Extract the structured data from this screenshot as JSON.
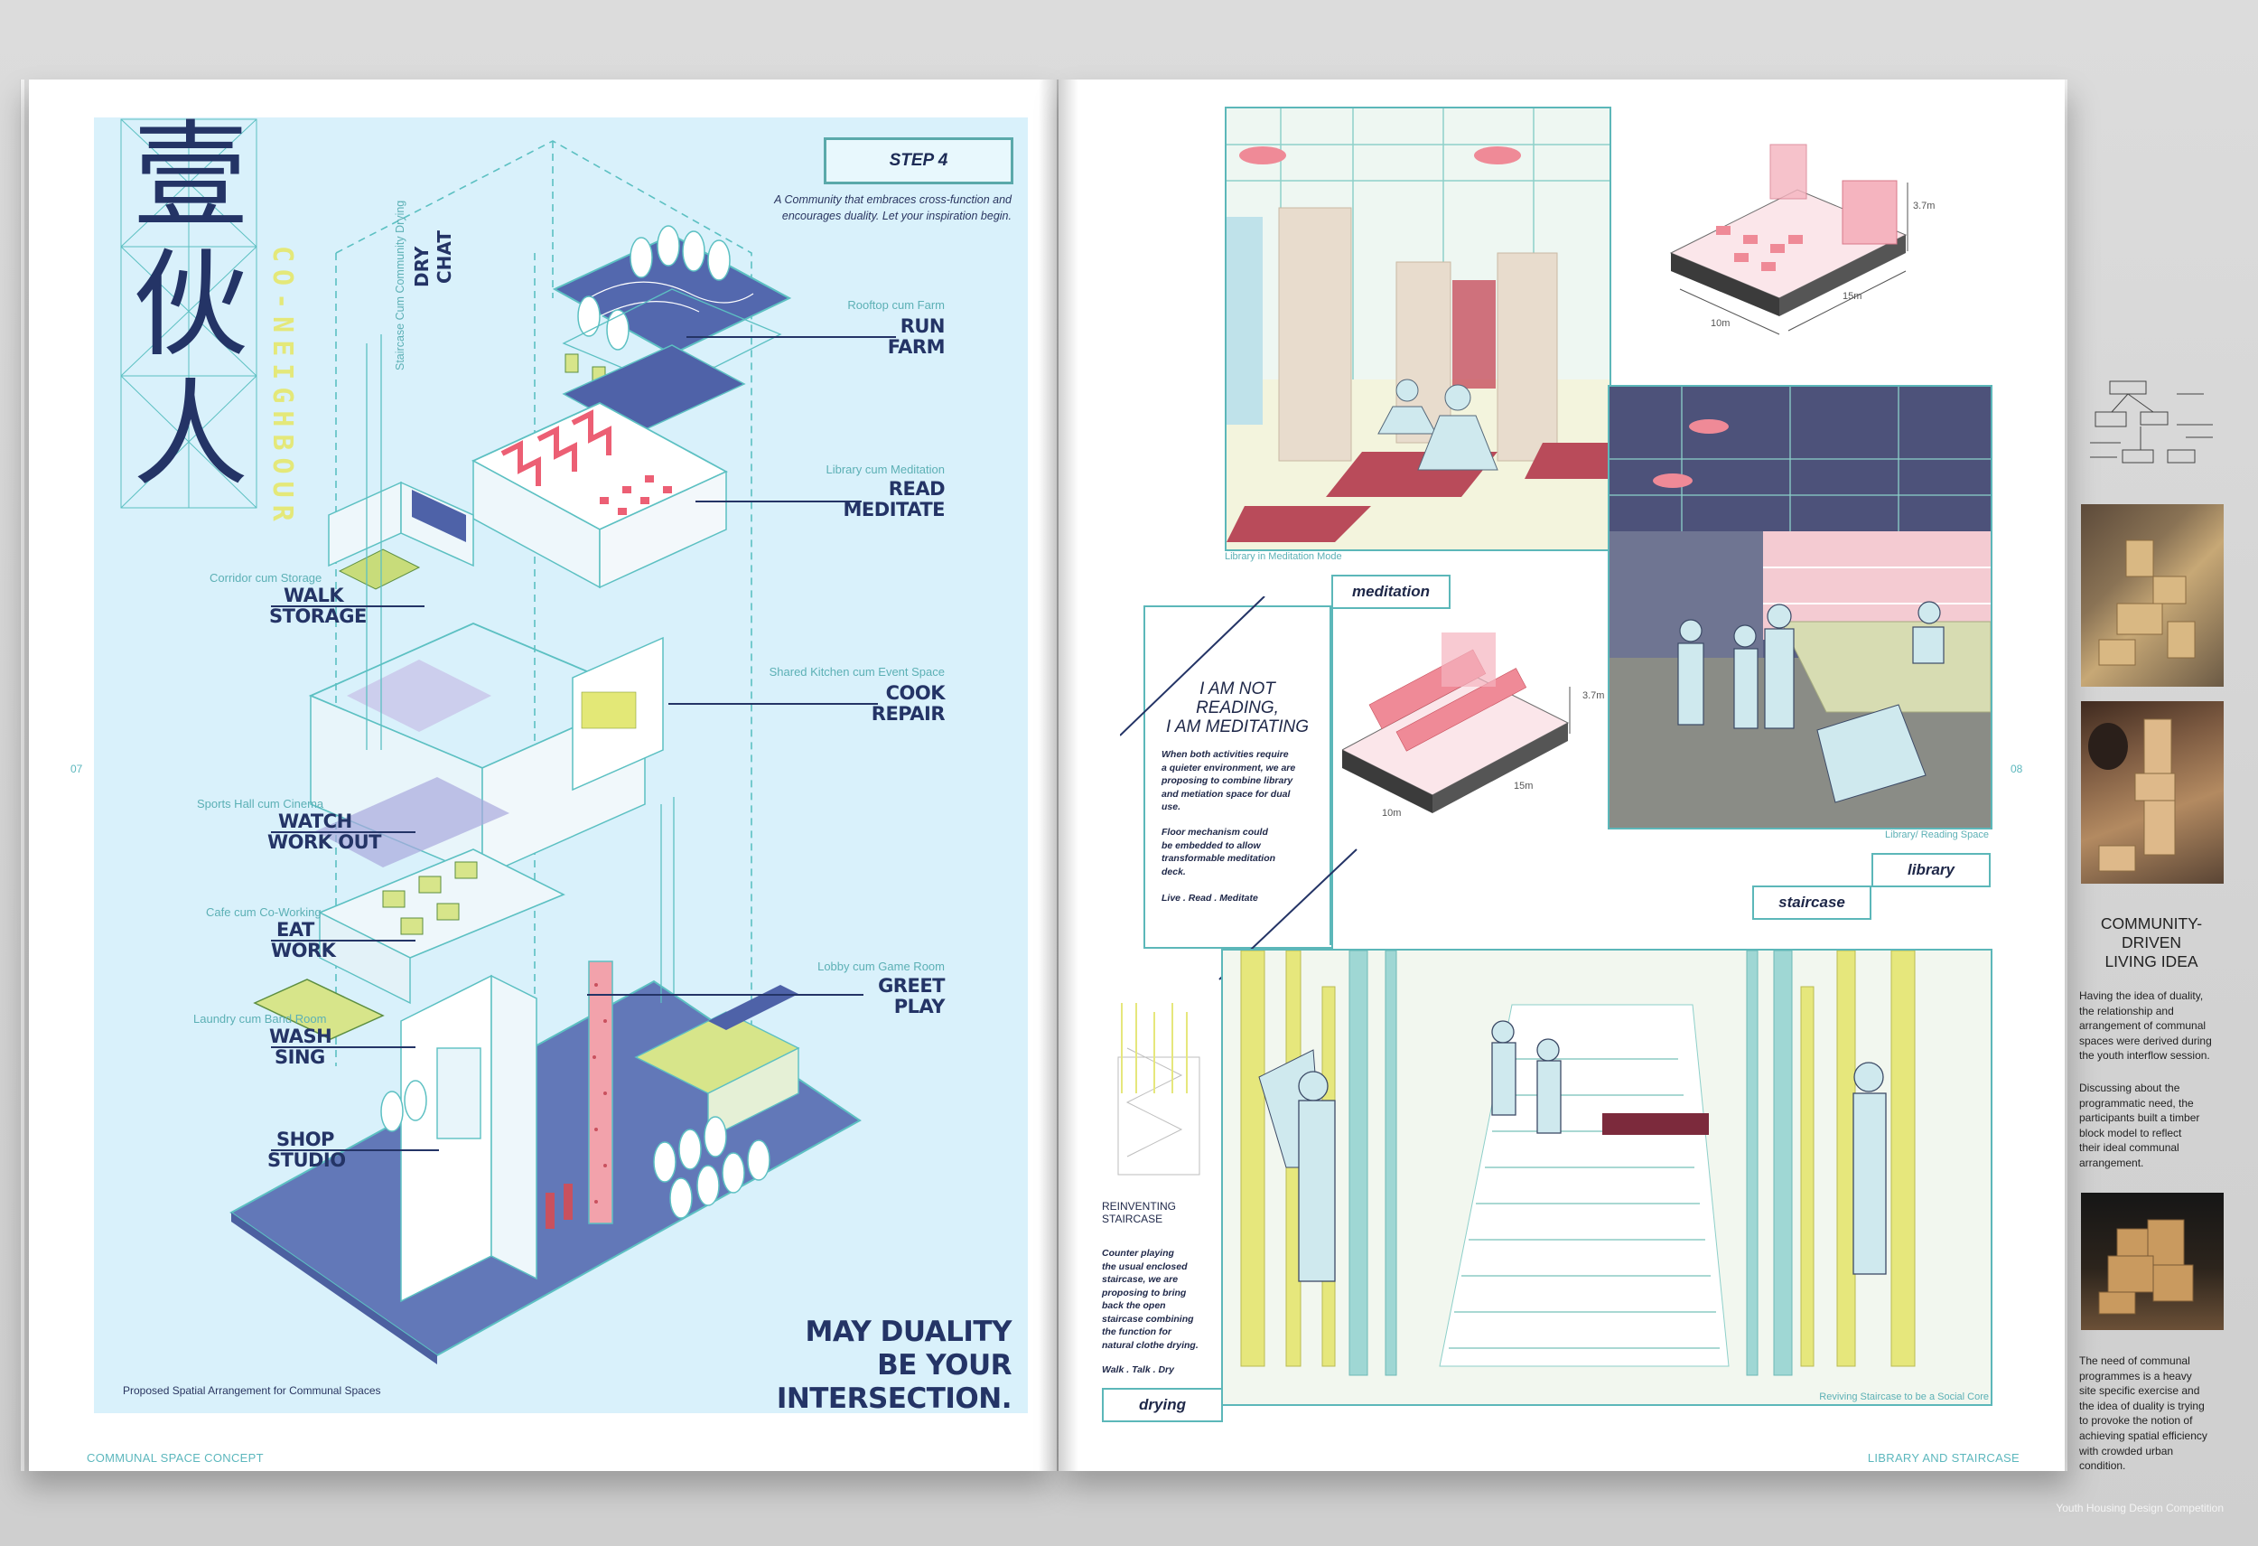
{
  "left_page": {
    "page_number": "07",
    "footer": "COMMUNAL SPACE CONCEPT",
    "title_chinese": "壹伙人",
    "title_english": "CO-NEIGHBOUR",
    "step_label": "STEP 4",
    "intro_line1": "A Community that embraces cross-function and",
    "intro_line2": "encourages duality. Let your inspiration begin.",
    "vertical_label": "Staircase Cum Community Drying",
    "vertical_title_1": "DRY",
    "vertical_title_2": "CHAT",
    "labels": [
      {
        "sub": "Rooftop cum Farm",
        "line1": "RUN",
        "line2": "FARM"
      },
      {
        "sub": "Library cum Meditation",
        "line1": "READ",
        "line2": "MEDITATE"
      },
      {
        "sub": "Corridor cum Storage",
        "line1": "WALK",
        "line2": "STORAGE"
      },
      {
        "sub": "Shared Kitchen cum Event Space",
        "line1": "COOK",
        "line2": "REPAIR"
      },
      {
        "sub": "Sports Hall cum Cinema",
        "line1": "WATCH",
        "line2": "WORK OUT"
      },
      {
        "sub": "Cafe cum Co-Working",
        "line1": "EAT",
        "line2": "WORK"
      },
      {
        "sub": "Lobby cum Game Room",
        "line1": "GREET",
        "line2": "PLAY"
      },
      {
        "sub": "Laundry cum Band Room",
        "line1": "WASH",
        "line2": "SING"
      },
      {
        "sub": "",
        "line1": "SHOP",
        "line2": "STUDIO"
      }
    ],
    "slogan_line1": "MAY DUALITY",
    "slogan_line2": "BE YOUR INTERSECTION.",
    "caption": "Proposed Spatial Arrangement for Communal Spaces"
  },
  "right_page": {
    "page_number": "08",
    "footer": "LIBRARY AND STAIRCASE",
    "caption_meditation": "Library in Meditation Mode",
    "caption_library": "Library/ Reading Space",
    "caption_staircase": "Reviving Staircase to be a Social Core",
    "tab_meditation": "meditation",
    "tab_library": "library",
    "tab_staircase": "staircase",
    "tab_drying": "drying",
    "dims": {
      "height": "3.7m",
      "width": "15m",
      "depth": "10m"
    },
    "quote_line1": "I AM NOT",
    "quote_line2": "READING,",
    "quote_line3": "I AM MEDITATING",
    "body_1": [
      "When both activities require",
      "a quieter environment, we are",
      "proposing to combine library",
      "and metiation space for dual",
      "use."
    ],
    "body_2": [
      "Floor mechanism could",
      "be embedded to allow",
      "transformable meditation",
      "deck."
    ],
    "motto": "Live . Read . Meditate",
    "stair_title_1": "REINVENTING",
    "stair_title_2": "STAIRCASE",
    "stair_body": [
      "Counter playing",
      "the usual enclosed",
      "staircase, we are",
      "proposing to bring",
      "back the open",
      "staircase combining",
      "the function for",
      "natural clothe drying."
    ],
    "stair_motto": "Walk . Talk . Dry"
  },
  "sidebar": {
    "heading_1": "COMMUNITY-",
    "heading_2": "DRIVEN",
    "heading_3": "LIVING IDEA",
    "para_1": [
      "Having the idea of duality,",
      "the relationship and",
      "arrangement of communal",
      "spaces were derived during",
      "the youth interflow session."
    ],
    "para_2": [
      "Discussing about the",
      "programmatic need, the",
      "participants built a timber",
      "block model to reflect",
      "their ideal communal",
      "arrangement."
    ],
    "para_3": [
      "The need of communal",
      "programmes is a heavy",
      "site specific exercise and",
      "the idea of duality is trying",
      "to provoke the notion of",
      "achieving spatial efficiency",
      "with crowded urban",
      "condition."
    ]
  },
  "watermark": "Youth Housing Design Competition",
  "colors": {
    "navy": "#243466",
    "teal": "#5cb7b9",
    "sky": "#d9f1fb",
    "pink": "#f08a99",
    "lime": "#d7e58a"
  }
}
